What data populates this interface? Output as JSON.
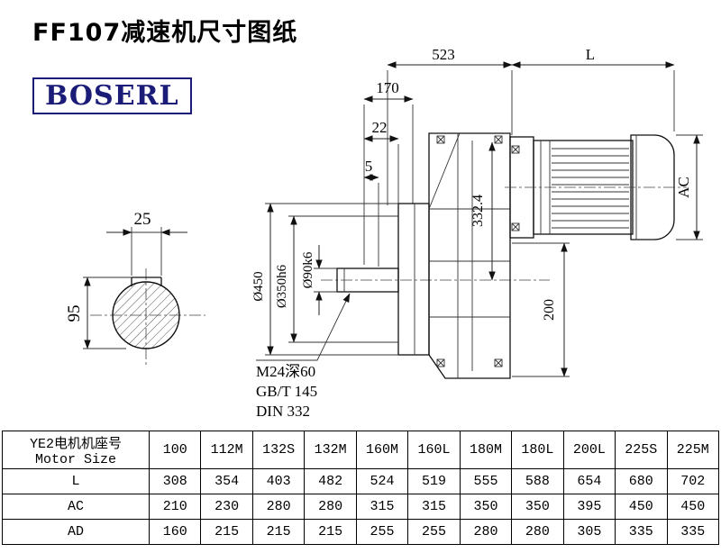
{
  "page": {
    "title": "FF107减速机尺寸图纸",
    "brand": "BOSERL"
  },
  "colors": {
    "brand": "#1b1b78",
    "line": "#111111"
  },
  "drawing": {
    "dim_523": "523",
    "dim_L": "L",
    "dim_170": "170",
    "dim_22": "22",
    "dim_5": "5",
    "dim_AC": "AC",
    "dim_332_4": "332.4",
    "dim_200": "200",
    "dim_d450": "Ø450",
    "dim_d350": "Ø350h6",
    "dim_d90": "Ø90k6",
    "dim_25": "25",
    "dim_95": "95",
    "note_1": "M24深60",
    "note_2": "GB/T 145",
    "note_3": "DIN 332"
  },
  "table": {
    "header": {
      "line1": "YE2电机机座号",
      "line2": "Motor Size"
    },
    "columns": [
      "100",
      "112M",
      "132S",
      "132M",
      "160M",
      "160L",
      "180M",
      "180L",
      "200L",
      "225S",
      "225M"
    ],
    "rows": [
      {
        "label": "L",
        "values": [
          308,
          354,
          403,
          482,
          524,
          519,
          555,
          588,
          654,
          680,
          702
        ]
      },
      {
        "label": "AC",
        "values": [
          210,
          230,
          280,
          280,
          315,
          315,
          350,
          350,
          395,
          450,
          450
        ]
      },
      {
        "label": "AD",
        "values": [
          160,
          215,
          215,
          215,
          255,
          255,
          280,
          280,
          305,
          335,
          335
        ]
      }
    ]
  }
}
